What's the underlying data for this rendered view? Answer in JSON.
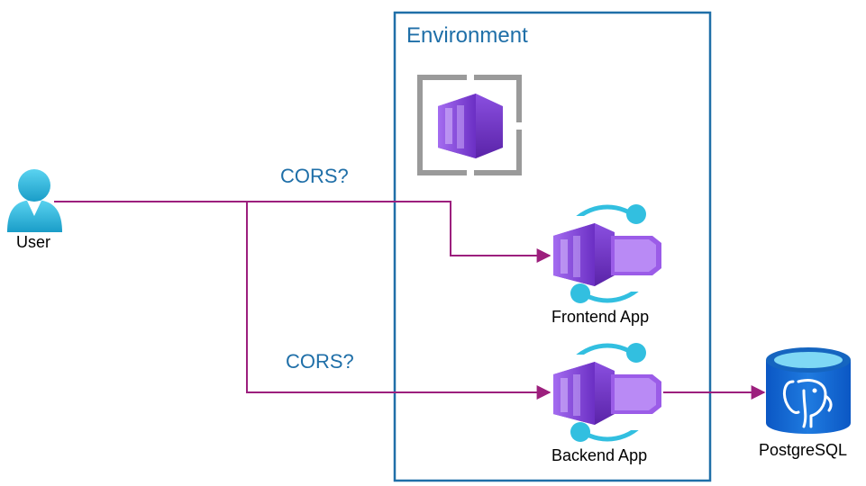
{
  "environment": {
    "label": "Environment"
  },
  "user": {
    "label": "User",
    "icon": "user-icon"
  },
  "environment_icon": "container-apps-environment-icon",
  "frontend": {
    "label": "Frontend App",
    "icon": "container-app-icon"
  },
  "backend": {
    "label": "Backend App",
    "icon": "container-app-icon"
  },
  "database": {
    "label": "PostgreSQL",
    "icon": "postgresql-database-icon"
  },
  "connections": [
    {
      "from": "User",
      "to": "Frontend App",
      "label": "CORS?"
    },
    {
      "from": "User",
      "to": "Backend App",
      "label": "CORS?"
    },
    {
      "from": "Backend App",
      "to": "PostgreSQL",
      "label": ""
    }
  ],
  "colors": {
    "environment_border": "#1f6fa8",
    "label_text": "#1f6fa8",
    "connector": "#9c1f7d",
    "container_purple": "#7b3fd4",
    "accent_cyan": "#32bfe0",
    "database_blue": "#1565c0"
  }
}
